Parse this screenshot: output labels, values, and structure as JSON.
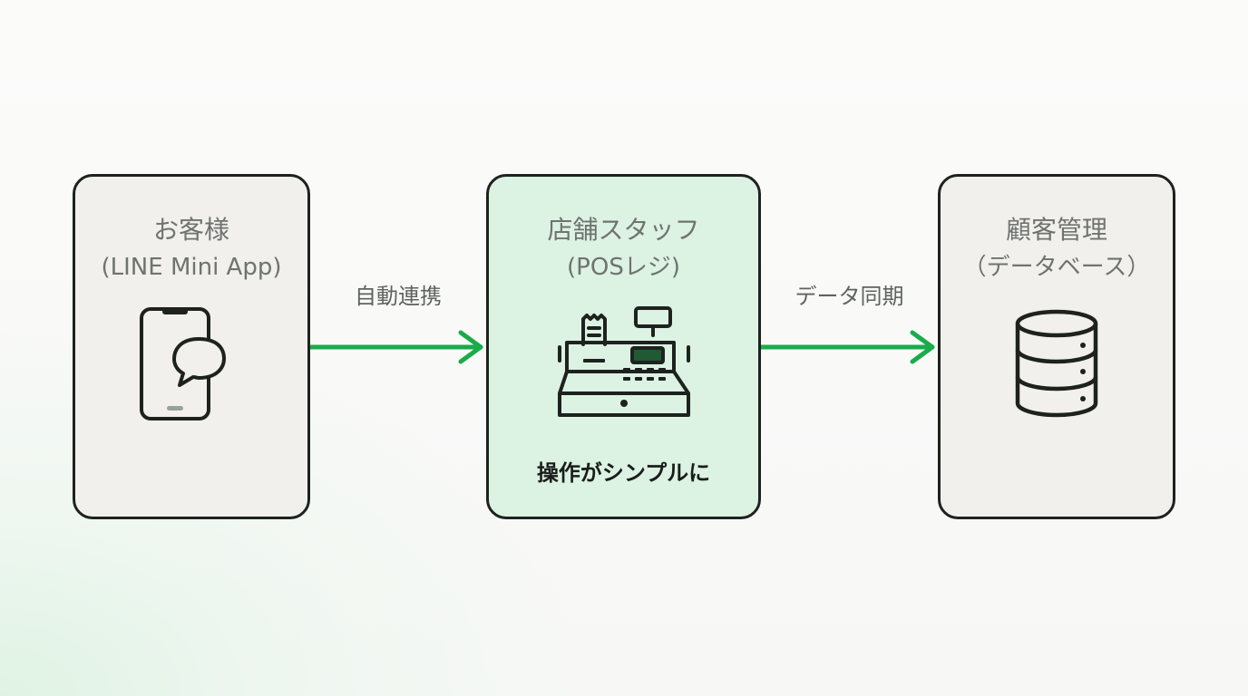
{
  "nodes": {
    "customer": {
      "title": "お客様",
      "subtitle": "(LINE Mini App)",
      "icon": "smartphone-chat-icon"
    },
    "staff": {
      "title": "店舗スタッフ",
      "subtitle": "(POSレジ)",
      "icon": "cash-register-icon",
      "note": "操作がシンプルに"
    },
    "database": {
      "title": "顧客管理",
      "subtitle": "（データベース）",
      "icon": "database-icon"
    }
  },
  "edges": {
    "customer_to_staff": {
      "label": "自動連携"
    },
    "staff_to_database": {
      "label": "データ同期"
    }
  },
  "colors": {
    "accent": "#1aab4a",
    "staff_fill": "#dcf2e3",
    "node_fill": "#f1f0ec",
    "outline": "#1e221f"
  }
}
